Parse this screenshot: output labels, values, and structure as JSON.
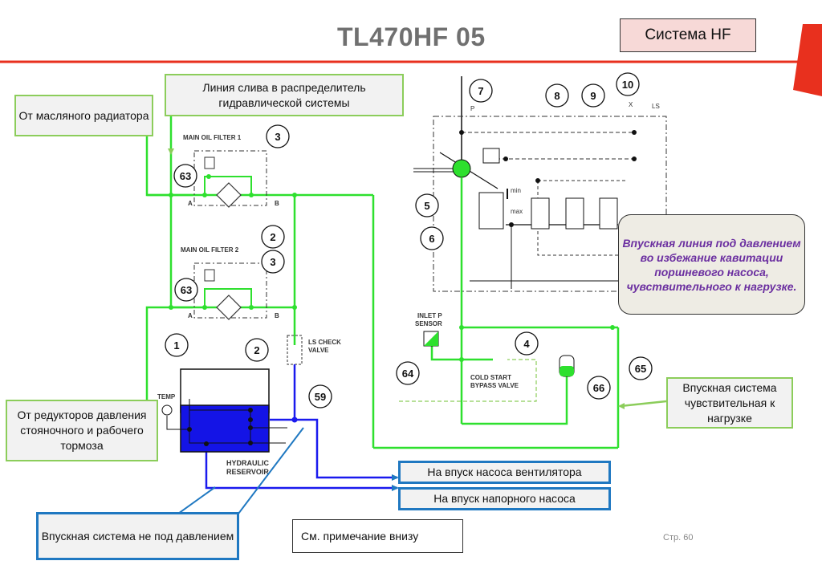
{
  "header": {
    "title": "TL470HF  05",
    "system_label": "Система HF",
    "accent_color": "#e8301e"
  },
  "callouts": {
    "oil_radiator": "От масляного радиатора",
    "drain_line": "Линия слива в распределитель гидравлической системы",
    "brake_reducers": "От редукторов давления стояночного и рабочего тормоза",
    "pressurized_inlet": "Впускная линия под давлением во избежание кавитации поршневого насоса, чувствительного к нагрузке.",
    "load_sensing_inlet": "Впускная система чувствительная к нагрузке",
    "fan_pump_inlet": "На впуск насоса вентилятора",
    "main_pump_inlet": "На впуск напорного насоса",
    "unpressurized_inlet": "Впускная система не под давлением",
    "see_note": "См. примечание внизу"
  },
  "diagram": {
    "labels": {
      "filter1": "MAIN OIL FILTER 1",
      "filter2": "MAIN OIL FILTER 2",
      "port_a": "A",
      "port_b": "B",
      "ls_check_valve_1": "LS CHECK",
      "ls_check_valve_2": "VALVE",
      "temp": "TEMP",
      "reservoir_1": "HYDRAULIC",
      "reservoir_2": "RESERVOIR",
      "inlet_sensor_1": "INLET P",
      "inlet_sensor_2": "SENSOR",
      "cold_start_1": "COLD START",
      "cold_start_2": "BYPASS VALVE",
      "port_p": "P",
      "port_x": "X",
      "port_ls": "LS",
      "min": "min",
      "max": "max"
    },
    "item_numbers": [
      "1",
      "2",
      "2",
      "3",
      "3",
      "4",
      "5",
      "6",
      "7",
      "8",
      "9",
      "10",
      "59",
      "63",
      "63",
      "64",
      "65",
      "66"
    ],
    "colors": {
      "pressure_line": "#2ee02e",
      "suction_line": "#1a1aee",
      "reservoir_fill": "#1414e6",
      "callout_green": "#8ccd5b",
      "callout_blue": "#1f78c1",
      "callout_purple_text": "#6b2fa0"
    }
  },
  "footer": {
    "page": "Стр. 60"
  }
}
